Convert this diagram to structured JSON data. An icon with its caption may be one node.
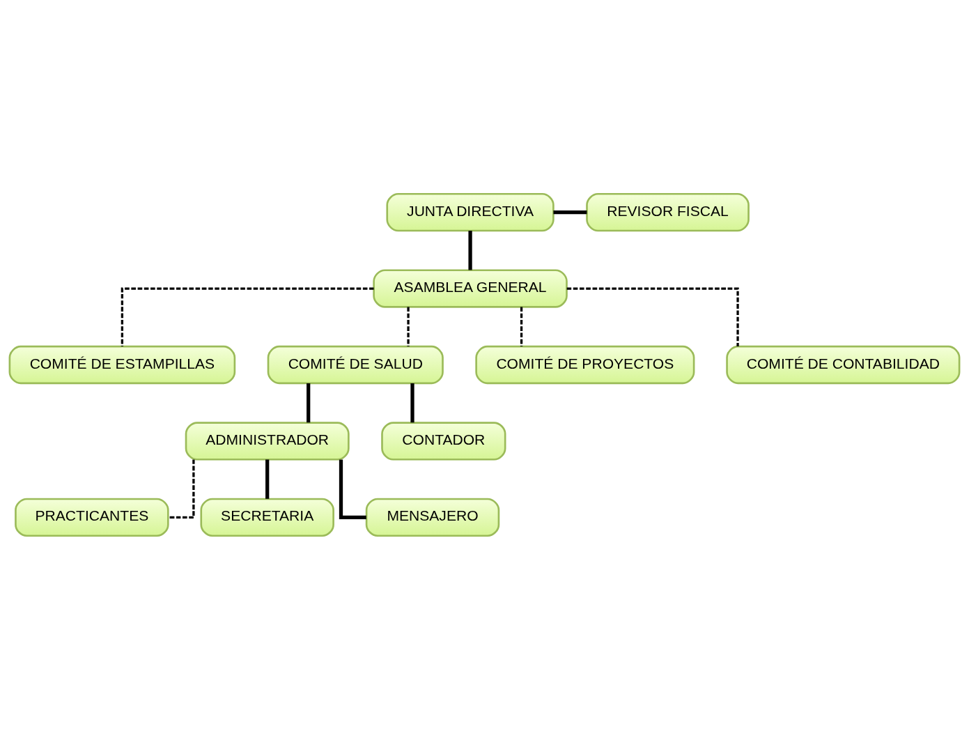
{
  "diagram": {
    "nodes": [
      {
        "text": [
          "JUNTA DIRECTIVA"
        ]
      },
      {
        "text": [
          "REVISOR FISCAL"
        ]
      },
      {
        "text": [
          "ASAMBLEA GENERAL"
        ]
      },
      {
        "text": [
          "COMITÉ DE ESTAMPILLAS"
        ]
      },
      {
        "text": [
          "COMITÉ DE SALUD"
        ]
      },
      {
        "text": [
          "COMITÉ DE PROYECTOS"
        ]
      },
      {
        "text": [
          "COMITÉ DE CONTABILIDAD"
        ]
      },
      {
        "text": [
          "ADMINISTRADOR"
        ]
      },
      {
        "text": [
          "CONTADOR"
        ]
      },
      {
        "text": [
          "PRACTICANTES"
        ]
      },
      {
        "text": [
          "SECRETARIA"
        ]
      },
      {
        "text": [
          "MENSAJERO"
        ]
      }
    ],
    "edges": [
      {
        "from": 0,
        "to": 2,
        "arrow": "none"
      },
      {
        "from": 0,
        "to": 1,
        "arrow": "none"
      },
      {
        "from": 2,
        "to": 3,
        "arrow": "none",
        "style": "dashed"
      },
      {
        "from": 2,
        "to": 4,
        "arrow": "none",
        "style": "dashed"
      },
      {
        "from": 2,
        "to": 5,
        "arrow": "none",
        "style": "dashed"
      },
      {
        "from": 2,
        "to": 6,
        "arrow": "none",
        "style": "dashed"
      },
      {
        "from": 4,
        "to": 7,
        "arrow": "none"
      },
      {
        "from": 4,
        "to": 8,
        "arrow": "none"
      },
      {
        "from": 7,
        "to": 9,
        "arrow": "none",
        "style": "dashed"
      },
      {
        "from": 7,
        "to": 10,
        "arrow": "none"
      },
      {
        "from": 7,
        "to": 11,
        "arrow": "none"
      }
    ]
  }
}
